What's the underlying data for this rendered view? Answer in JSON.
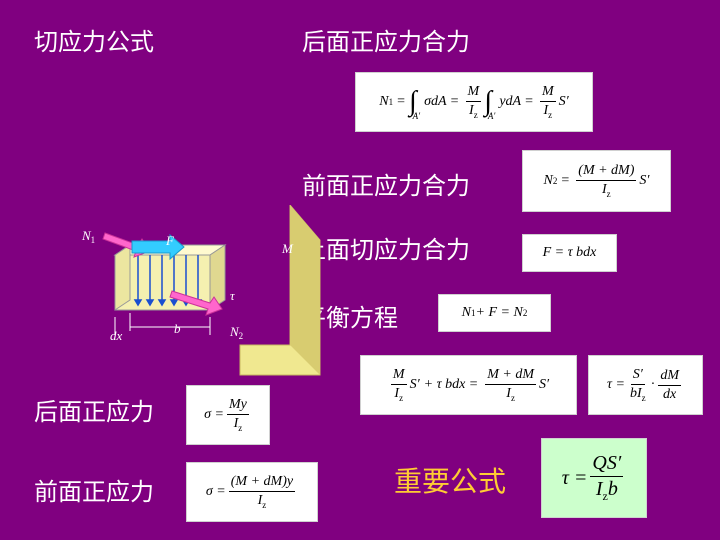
{
  "slide": {
    "title": "切应力公式",
    "labels": {
      "back_resultant": "后面正应力合力",
      "front_resultant": "前面正应力合力",
      "top_shear_resultant": "上面切应力合力",
      "equilibrium": "平衡方程",
      "back_stress": "后面正应力",
      "front_stress": "前面正应力",
      "key_formula": "重要公式"
    },
    "formulas": {
      "N1": {
        "lhs": "N",
        "lhs_sub": "1",
        "eq": "=",
        "int": "∫",
        "sigma_dA": "σdA",
        "lim": "A′",
        "M": "M",
        "Iz": "I",
        "z": "z",
        "ydA": "ydA",
        "S": "S′"
      },
      "N2": {
        "lhs": "N",
        "lhs_sub": "2",
        "eq": "=",
        "num": "(M + dM)",
        "den": "I",
        "z": "z",
        "S": "S′"
      },
      "F": {
        "text": "F = τ bdx"
      },
      "equil": {
        "text": "N",
        "s1": "1",
        "plus": " + F = N",
        "s2": "2"
      },
      "eq5": {
        "M": "M",
        "Iz": "I",
        "z": "z",
        "S": "S′",
        "mid": "+ τ bdx =",
        "num2": "M + dM",
        "S2": "S′"
      },
      "eq6": {
        "tau": "τ =",
        "S": "S′",
        "bIz": "bI",
        "z": "z",
        "dot": "·",
        "dM": "dM",
        "dx": "dx"
      },
      "sigma_back": {
        "lhs": "σ =",
        "num": "My",
        "den": "I",
        "z": "z"
      },
      "sigma_front": {
        "lhs": "σ =",
        "num": "(M + dM)y",
        "den": "I",
        "z": "z"
      },
      "key": {
        "lhs": "τ =",
        "num": "QS′",
        "den": "I",
        "z": "z",
        "b": "b"
      }
    },
    "diagram": {
      "N1": "N",
      "N1_sub": "1",
      "F": "F",
      "tau": "τ",
      "N2": "N",
      "N2_sub": "2",
      "dx": "dx",
      "b": "b",
      "M": "M"
    },
    "colors": {
      "background": "#800080",
      "white": "#ffffff",
      "key_text": "#ffcc33",
      "key_box": "#ccffcc",
      "panel": "#f0e890",
      "arrow_pink": "#ff66cc",
      "arrow_cyan": "#33ccff",
      "block_face": "#f5f0b0"
    }
  }
}
